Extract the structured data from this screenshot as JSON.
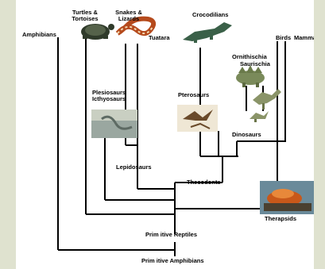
{
  "diagram": {
    "labels": {
      "amphibians": "Amphibians",
      "turtles": "Turtles &\nTortoises",
      "snakes": "Snakes &\nLizards",
      "tuatara": "Tuatara",
      "crocodilians": "Crocodilians",
      "birds": "Birds",
      "mammals": "Mammals",
      "ornithischia": "Ornithischia",
      "saurischia": "Saurischia",
      "plesiosaurs": "Plesiosaurs\nIcthyosaurs",
      "pterosaurs": "Pterosaurs",
      "dinosaurs": "Dinosaurs",
      "lepidosaurs": "Lepidosaurs",
      "thecodonts": "Thecodonts",
      "therapsids": "Therapsids",
      "primitive_reptiles": "Prim itive Reptiles",
      "primitive_amphibians": "Prim itive Amphibians"
    },
    "colors": {
      "background": "#dfe2cf",
      "panel": "#ffffff",
      "lines": "#000000",
      "turtle": "#2f3a2a",
      "snake": "#e0703a",
      "crocodile": "#3a6048",
      "dinosaur": "#7a8a5a",
      "therapsid": "#c8581a"
    }
  }
}
